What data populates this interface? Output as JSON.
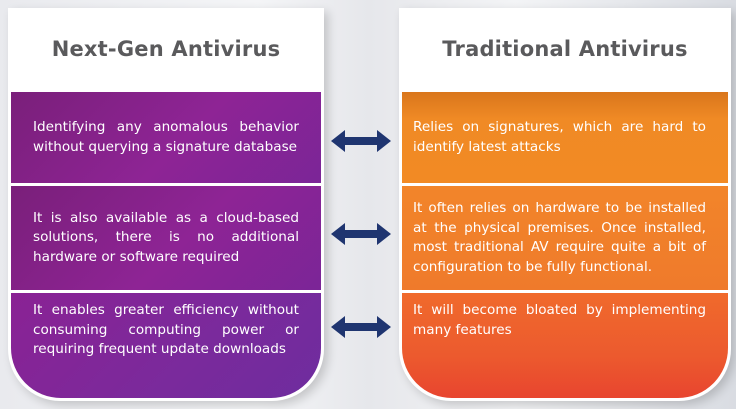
{
  "left_column": {
    "title": "Next-Gen Antivirus",
    "color": "#8e2495",
    "rows": [
      "Identifying any anomalous behavior without querying a signature database",
      "It is also available as a cloud-based solutions, there is no additional hardware or software required",
      "It enables greater efficiency without consuming computing power or requiring frequent update downloads"
    ]
  },
  "right_column": {
    "title": "Traditional Antivirus",
    "color": "#f28a24",
    "rows": [
      "Relies on signatures, which are hard to identify latest attacks",
      "It often relies on hardware to be installed at the physical premises. Once installed, most traditional AV require quite a bit of configuration to be fully functional.",
      "It will become bloated by implementing many features"
    ]
  },
  "connectors": [
    {
      "icon": "double-arrow-icon",
      "color": "#1f3570"
    },
    {
      "icon": "double-arrow-icon",
      "color": "#1f3570"
    },
    {
      "icon": "double-arrow-icon",
      "color": "#1f3570"
    }
  ]
}
